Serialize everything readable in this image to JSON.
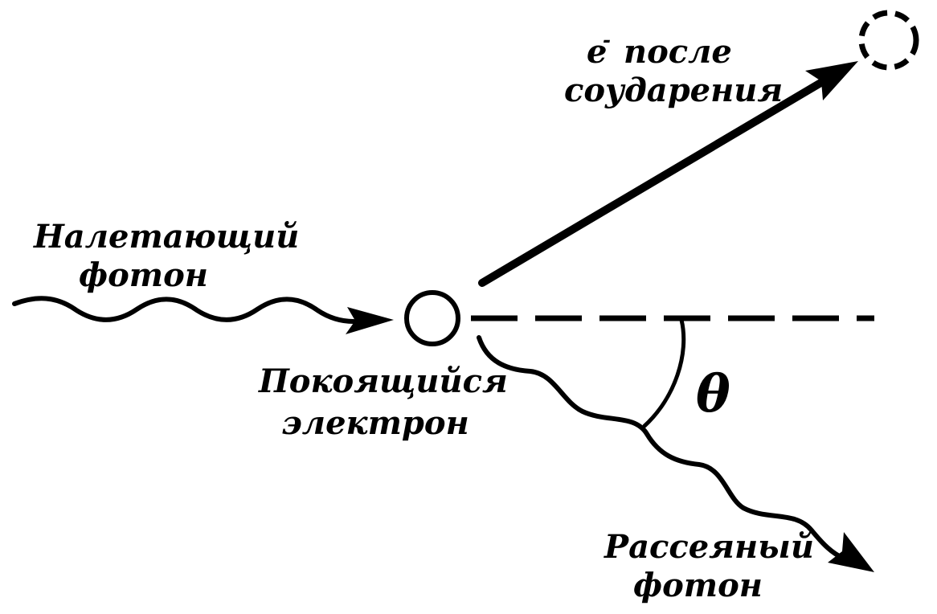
{
  "labels": {
    "incident_photon_line1": "Налетающий",
    "incident_photon_line2": "фотон",
    "rest_electron_line1": "Покоящийся",
    "rest_electron_line2": "электрон",
    "electron_after_symbol": "e",
    "electron_after_sup": "-",
    "electron_after_line1_rest": "после",
    "electron_after_line2": "соударения",
    "scattered_photon_line1": "Рассеяный",
    "scattered_photon_line2": "фотон",
    "angle": "θ"
  }
}
